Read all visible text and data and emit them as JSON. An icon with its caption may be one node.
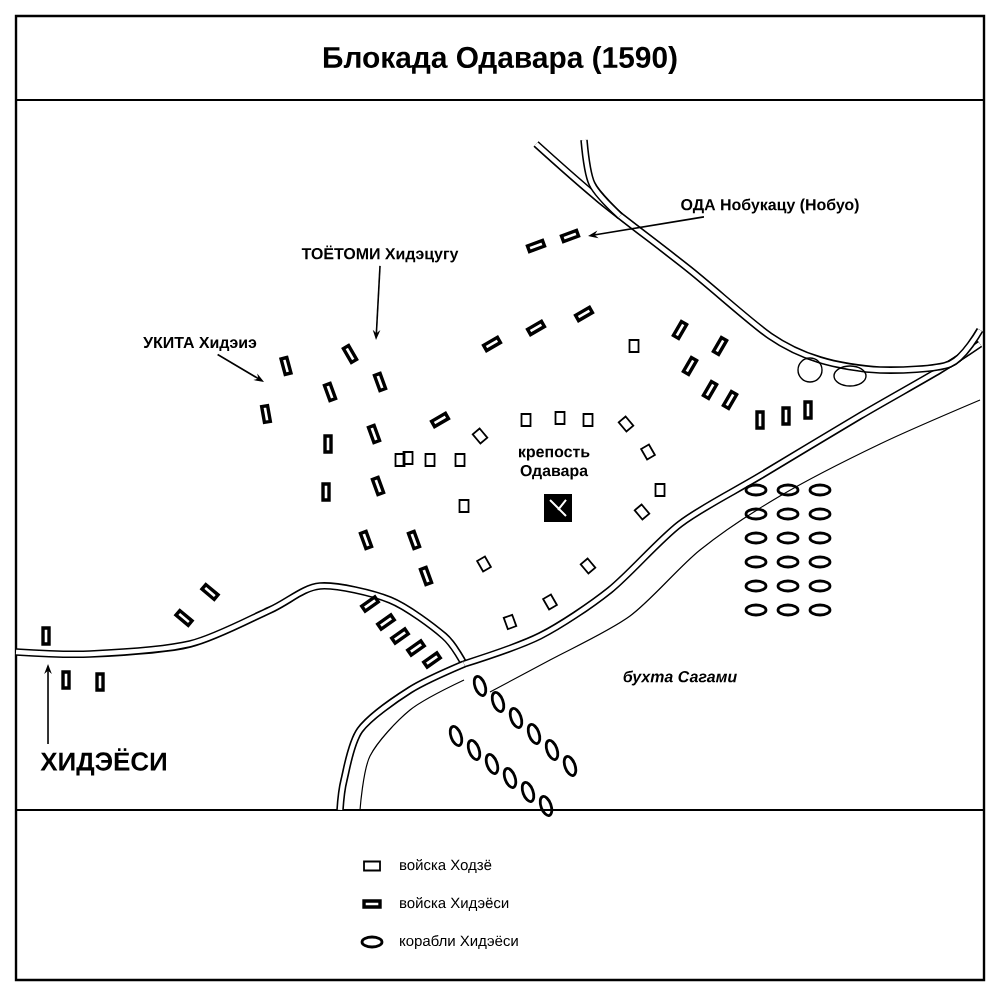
{
  "diagram": {
    "title": "Блокада Одавара (1590)",
    "nodes": [
      {
        "text": [
          "УКИТА Хидэиэ"
        ]
      },
      {
        "text": [
          "ТОЁТОМИ Хидэцугу"
        ]
      },
      {
        "text": [
          "ОДА Нобукацу (Нобуо)"
        ]
      },
      {
        "text": [
          "крепость Одавара"
        ]
      },
      {
        "text": [
          "ХИДЭЁСИ"
        ]
      }
    ],
    "edges": [
      {
        "from": 0,
        "to": null,
        "arrow": "to"
      },
      {
        "from": 1,
        "to": null,
        "arrow": "to"
      },
      {
        "from": 2,
        "to": null,
        "arrow": "to"
      },
      {
        "from": 4,
        "to": null,
        "arrow": "to"
      }
    ],
    "labels": [
      "бухта Сагами"
    ],
    "legend": [
      {
        "text": "войска Ходзё"
      },
      {
        "text": "войска Хидэёси"
      },
      {
        "text": "корабли Хидэёси"
      }
    ]
  }
}
